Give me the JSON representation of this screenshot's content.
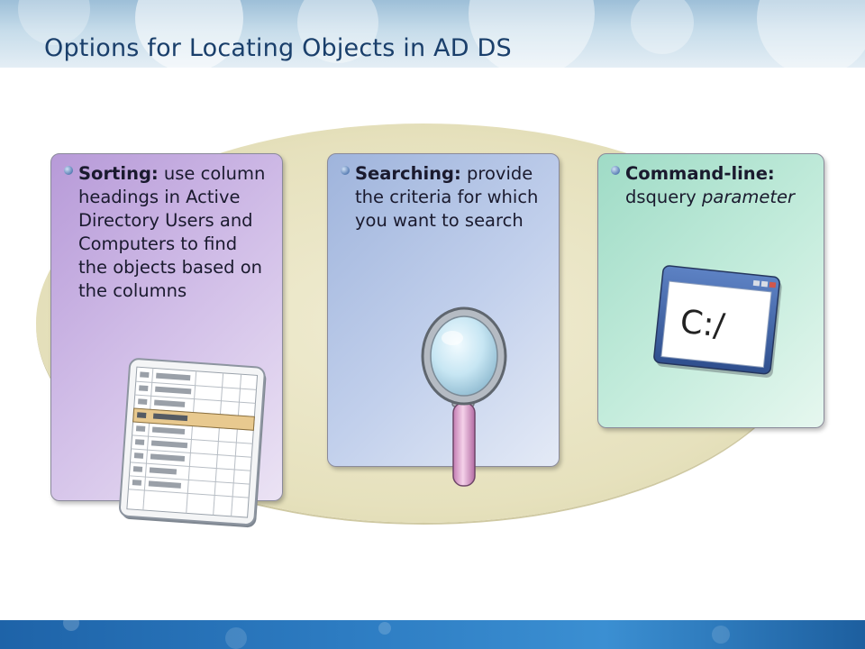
{
  "slide": {
    "title": "Options for Locating Objects in AD DS"
  },
  "options": [
    {
      "lead": "Sorting:",
      "text": " use column headings in Active Directory Users and Computers to find the objects based on the columns"
    },
    {
      "lead": "Searching:",
      "text": " provide the criteria for which you want to search"
    },
    {
      "lead": "Command-line:",
      "text": " dsquery ",
      "param": "parameter"
    }
  ],
  "console": {
    "prompt": "C:/"
  },
  "colors": {
    "title": "#1a3f6b",
    "sorting_card": "#c9b3e3",
    "searching_card": "#b9c9e8",
    "command_card": "#bfe9d8",
    "backdrop": "#e6e1bd",
    "highlight_row": "#e8c98f"
  },
  "icons": [
    "table-grid-icon",
    "magnifying-glass-icon",
    "command-window-icon"
  ]
}
